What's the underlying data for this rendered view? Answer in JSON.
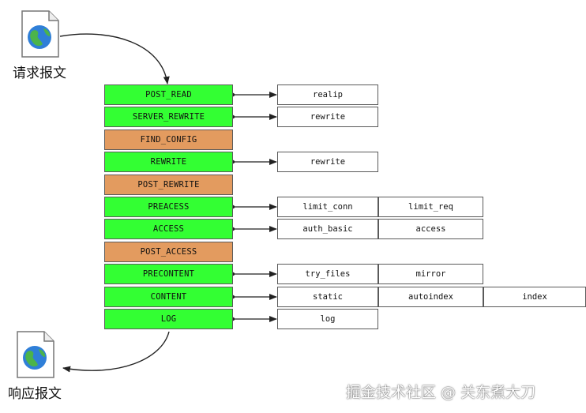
{
  "request_label": "请求报文",
  "response_label": "响应报文",
  "watermark": "掘金技术社区 @ 关东煮大刀",
  "colors": {
    "phase_green": "#33ff33",
    "phase_orange": "#e39b5f",
    "border": "#5a5a5a"
  },
  "phases": [
    {
      "name": "POST_READ",
      "color": "green",
      "modules": [
        "realip"
      ]
    },
    {
      "name": "SERVER_REWRITE",
      "color": "green",
      "modules": [
        "rewrite"
      ]
    },
    {
      "name": "FIND_CONFIG",
      "color": "orange",
      "modules": []
    },
    {
      "name": "REWRITE",
      "color": "green",
      "modules": [
        "rewrite"
      ]
    },
    {
      "name": "POST_REWRITE",
      "color": "orange",
      "modules": []
    },
    {
      "name": "PREACESS",
      "color": "green",
      "modules": [
        "limit_conn",
        "limit_req"
      ]
    },
    {
      "name": "ACCESS",
      "color": "green",
      "modules": [
        "auth_basic",
        "access"
      ]
    },
    {
      "name": "POST_ACCESS",
      "color": "orange",
      "modules": []
    },
    {
      "name": "PRECONTENT",
      "color": "green",
      "modules": [
        "try_files",
        "mirror"
      ]
    },
    {
      "name": "CONTENT",
      "color": "green",
      "modules": [
        "static",
        "autoindex",
        "index"
      ]
    },
    {
      "name": "LOG",
      "color": "green",
      "modules": [
        "log"
      ]
    }
  ]
}
